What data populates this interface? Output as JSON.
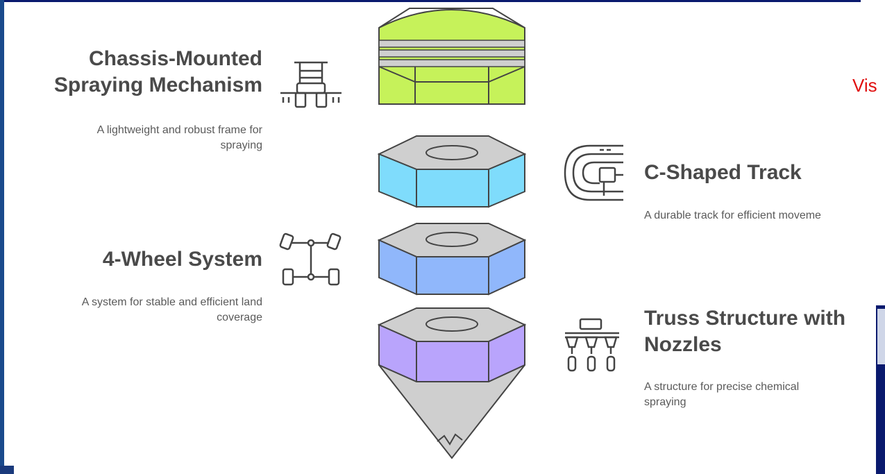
{
  "colors": {
    "background": "#ffffff",
    "top_bar": "#0a1a6e",
    "left_edge": "#1a4a8c",
    "right_edge": "#0a1a6e",
    "title_text": "#4a4a4a",
    "desc_text": "#5a5a5a",
    "side_text": "#e01010",
    "layer_green": "#c6f25a",
    "layer_cyan": "#7fdcfc",
    "layer_blue": "#90b7fb",
    "layer_purple": "#b9a4fc",
    "layer_gray": "#cfcfcf",
    "outline": "#444444"
  },
  "side_text": "Vis",
  "items": [
    {
      "title_line1": "Chassis-Mounted",
      "title_line2": "Spraying Mechanism",
      "desc_line1": "A lightweight and robust frame for",
      "desc_line2": "spraying",
      "icon": "sprayer-frame-icon",
      "layer_color": "layer_green"
    },
    {
      "title_line1": "C-Shaped Track",
      "desc_line1": "A durable track for efficient moveme",
      "icon": "c-track-icon",
      "layer_color": "layer_cyan"
    },
    {
      "title_line1": "4-Wheel System",
      "desc_line1": "A system for stable and efficient land",
      "desc_line2": "coverage",
      "icon": "four-wheel-axle-icon",
      "layer_color": "layer_blue"
    },
    {
      "title_line1": "Truss Structure with",
      "title_line2": "Nozzles",
      "desc_line1": "A structure for precise chemical",
      "desc_line2": "spraying",
      "icon": "truss-nozzles-icon",
      "layer_color": "layer_purple"
    }
  ]
}
